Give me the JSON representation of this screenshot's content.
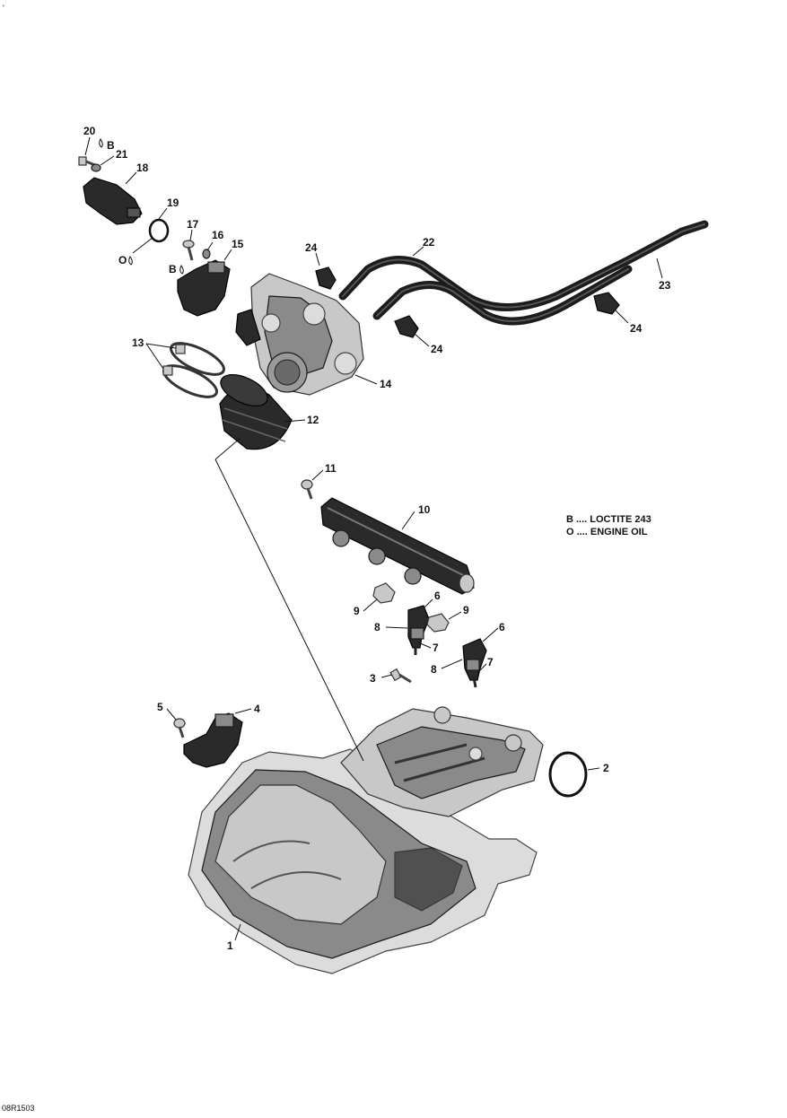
{
  "corner_mark": "'",
  "diagram_code": "08R1503",
  "legend": [
    {
      "symbol": "B",
      "text": "B .... LOCTITE 243"
    },
    {
      "symbol": "O",
      "text": "O .... ENGINE OIL"
    }
  ],
  "callouts": {
    "c1": "1",
    "c2": "2",
    "c3": "3",
    "c4": "4",
    "c5": "5",
    "c6a": "6",
    "c6b": "6",
    "c7a": "7",
    "c7b": "7",
    "c8a": "8",
    "c8b": "8",
    "c9a": "9",
    "c9b": "9",
    "c10": "10",
    "c11": "11",
    "c12": "12",
    "c13": "13",
    "c14": "14",
    "c15": "15",
    "c16": "16",
    "c17": "17",
    "c18": "18",
    "c19": "19",
    "c20": "20",
    "c21": "21",
    "c22": "22",
    "c23": "23",
    "c24a": "24",
    "c24b": "24",
    "c24c": "24"
  },
  "markers": {
    "m20": "B",
    "m19": "O",
    "m17": "B"
  }
}
